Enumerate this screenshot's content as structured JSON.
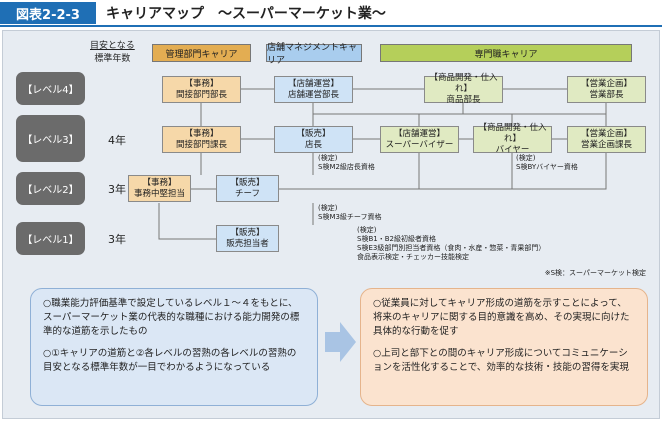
{
  "header": {
    "badge": "図表2-2-3",
    "title": "キャリアマップ　～スーパーマーケット業～"
  },
  "columns": {
    "years_label_1": "目安となる",
    "years_label_2": "標準年数",
    "admin": "管理部門キャリア",
    "store": "店舗マネジメントキャリア",
    "special": "専門職キャリア"
  },
  "colors": {
    "admin": "#e3ad52",
    "store": "#a9cdee",
    "special": "#b5cf5a",
    "level": "#6b6b6b",
    "badge": "#1f6fb5"
  },
  "levels": [
    {
      "label": "【レベル4】",
      "years": ""
    },
    {
      "label": "【レベル3】",
      "years": "4年"
    },
    {
      "label": "【レベル2】",
      "years": "3年"
    },
    {
      "label": "【レベル1】",
      "years": "3年"
    }
  ],
  "nodes": {
    "l4_admin": {
      "cat": "【事務】",
      "title": "間接部門部長"
    },
    "l4_store": {
      "cat": "【店舗運営】",
      "title": "店舗運営部長"
    },
    "l4_goods": {
      "cat": "【商品開発・仕入れ】",
      "title": "商品部長"
    },
    "l4_sales": {
      "cat": "【営業企画】",
      "title": "営業部長"
    },
    "l3_admin": {
      "cat": "【事務】",
      "title": "間接部門課長"
    },
    "l3_store": {
      "cat": "【販売】",
      "title": "店長"
    },
    "l3_sv": {
      "cat": "【店舗運営】",
      "title": "スーパーバイザー"
    },
    "l3_buyer": {
      "cat": "【商品開発・仕入れ】",
      "title": "バイヤー"
    },
    "l3_sales": {
      "cat": "【営業企画】",
      "title": "営業企画課長"
    },
    "l2_admin": {
      "cat": "【事務】",
      "title": "事務中堅担当"
    },
    "l2_store": {
      "cat": "【販売】",
      "title": "チーフ"
    },
    "l1_store": {
      "cat": "【販売】",
      "title": "販売担当者"
    }
  },
  "notes": {
    "m2": [
      "(検定)",
      "S検M2級店長資格"
    ],
    "by": [
      "(検定)",
      "S検BYバイヤー資格"
    ],
    "m3": [
      "(検定)",
      "S検M3級チーフ資格"
    ],
    "l1": [
      "(検定)",
      "S検B1・B2級初級者資格",
      "S検E3級部門別担当者資格（食肉・水産・惣菜・青果部門）",
      "食品表示検定・チェッカー技能検定"
    ],
    "footnote": "※S検：スーパーマーケット検定"
  },
  "left_box": [
    "○職業能力評価基準で設定しているレベル１～４をもとに、スーパーマーケット業の代表的な職種における能力開発の標準的な道筋を示したもの",
    "○①キャリアの道筋と②各レベルの習熟の各レベルの習熟の目安となる標準年数が一目でわかるようになっている"
  ],
  "right_box": [
    "○従業員に対してキャリア形成の道筋を示すことによって、将来のキャリアに関する目的意識を高め、その実現に向けた具体的な行動を促す",
    "○上司と部下との間のキャリア形成についてコミュニケーションを活性化することで、効率的な技術・技能の習得を実現"
  ]
}
